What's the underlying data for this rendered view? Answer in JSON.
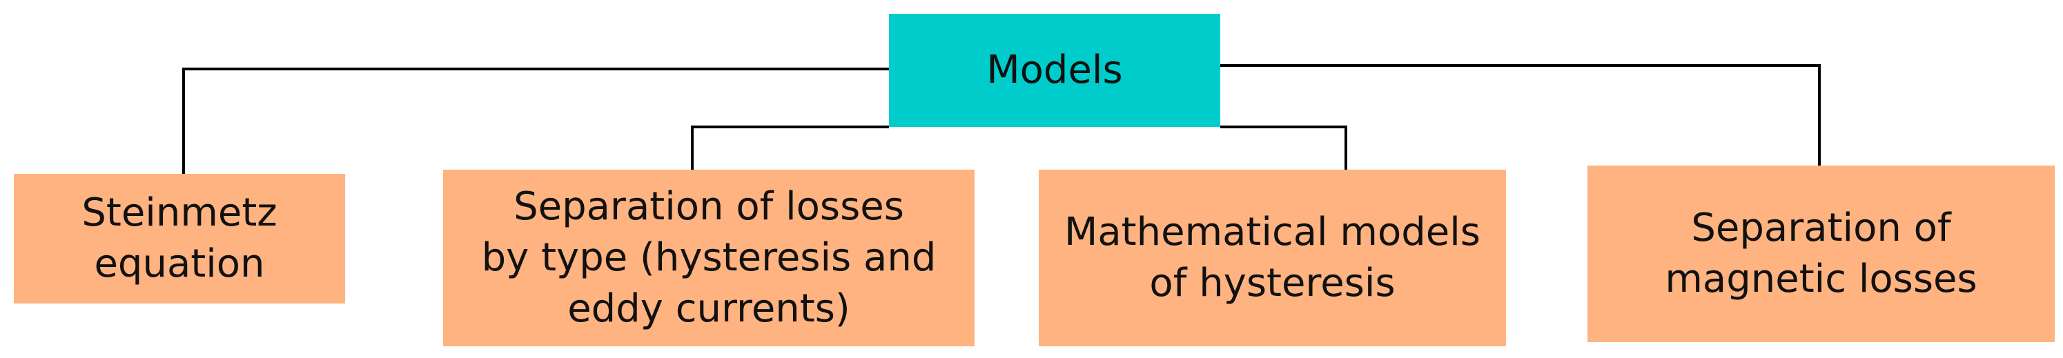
{
  "colors": {
    "root_fill": "#00CCCC",
    "child_fill": "#FFB380",
    "connector": "#000000",
    "text": "#111111"
  },
  "root": {
    "label": "Models"
  },
  "children": [
    {
      "label": "Steinmetz\nequation"
    },
    {
      "label": "Separation of losses\nby type (hysteresis and\neddy currents)"
    },
    {
      "label": "Mathematical models\nof hysteresis"
    },
    {
      "label": "Separation of\nmagnetic losses"
    }
  ]
}
